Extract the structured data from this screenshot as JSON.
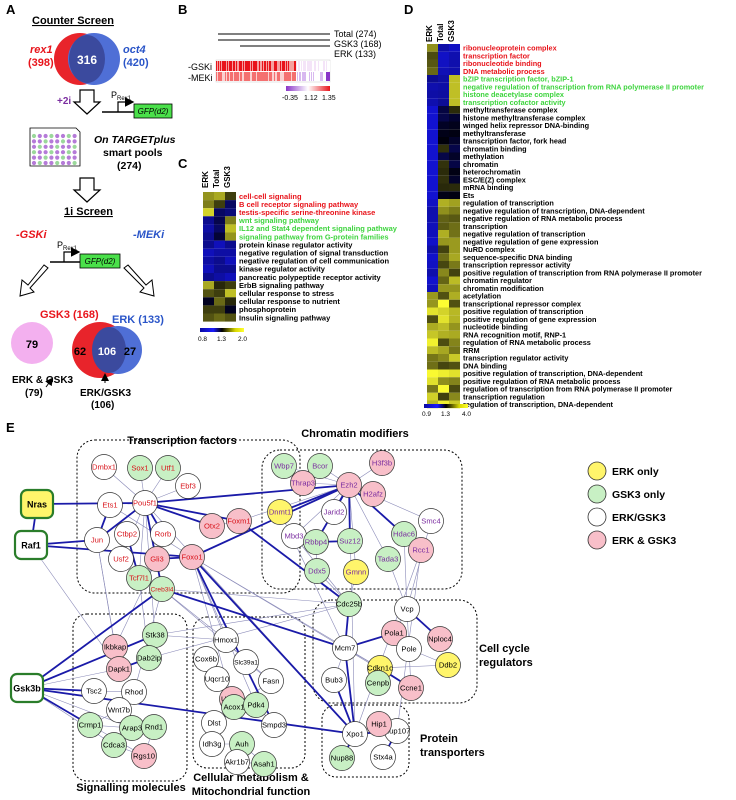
{
  "panels": {
    "A": "A",
    "B": "B",
    "C": "C",
    "D": "D",
    "E": "E"
  },
  "A": {
    "title": "Counter Screen",
    "rex1_name": "rex1",
    "rex1_count": "(398)",
    "oct4_name": "oct4",
    "oct4_count": "(420)",
    "overlap": "316",
    "plus2i": "+2i",
    "prex1": "P",
    "prex1_sub": "Rex1",
    "gfp": "GFP(d2)",
    "lib_line1": "On TARGETplus",
    "lib_line2": "smart pools",
    "lib_count": "(274)",
    "screen_1i": "1i Screen",
    "gski": "-GSKi",
    "meki": "-MEKi",
    "gsk3_label": "GSK3 (168)",
    "erk_label": "ERK (133)",
    "v_left": "62",
    "v_mid": "106",
    "v_right": "27",
    "pink_num": "79",
    "pink_label1": "ERK & GSK3",
    "pink_label2": "(79)",
    "both_label1": "ERK/GSK3",
    "both_label2": "(106)"
  },
  "B": {
    "total": "Total (274)",
    "gsk3": "GSK3 (168)",
    "erk": "ERK (133)",
    "row1": "-GSKi",
    "row2": "-MEKi",
    "scale": [
      "-0.35",
      "1.12",
      "1.35"
    ]
  },
  "C": {
    "cols": [
      "ERK",
      "Total",
      "GSK3"
    ],
    "scale": [
      "0.8",
      "1.3",
      "2.0"
    ],
    "terms": [
      {
        "text": "cell-cell signaling",
        "color": "#e8141b"
      },
      {
        "text": "B cell receptor signaling pathway",
        "color": "#e8141b"
      },
      {
        "text": "testis-specific serine-threonine kinase",
        "color": "#e8141b"
      },
      {
        "text": "wnt signaling pathway",
        "color": "#3ed43e"
      },
      {
        "text": "IL12 and Stat4 dependent signaling pathway",
        "color": "#3ed43e"
      },
      {
        "text": "signaling pathway from G-protein families",
        "color": "#3ed43e"
      },
      {
        "text": "protein kinase regulator activity",
        "color": "#000000"
      },
      {
        "text": "negative regulation of signal transduction",
        "color": "#000000"
      },
      {
        "text": "negative regulation of cell communication",
        "color": "#000000"
      },
      {
        "text": "kinase regulator activity",
        "color": "#000000"
      },
      {
        "text": "pancreatic polypeptide receptor activity",
        "color": "#000000"
      },
      {
        "text": "ErbB signaling pathway",
        "color": "#000000"
      },
      {
        "text": "cellular response to stress",
        "color": "#000000"
      },
      {
        "text": "cellular response to nutrient",
        "color": "#000000"
      },
      {
        "text": "phosphoprotein",
        "color": "#000000"
      },
      {
        "text": "Insulin signaling pathway",
        "color": "#000000"
      }
    ]
  },
  "D": {
    "cols": [
      "ERK",
      "Total",
      "GSK3"
    ],
    "scale": [
      "0.9",
      "1.3",
      "4.0"
    ],
    "terms": [
      {
        "text": "ribonucleoprotein complex",
        "color": "#e8141b"
      },
      {
        "text": "transcription factor",
        "color": "#e8141b"
      },
      {
        "text": "ribonucleotide binding",
        "color": "#e8141b"
      },
      {
        "text": "DNA metabolic process",
        "color": "#e8141b"
      },
      {
        "text": "bZIP transcription factor, bZIP-1",
        "color": "#3ed43e"
      },
      {
        "text": "negative regulation of transcription from RNA polymerase II promoter",
        "color": "#3ed43e"
      },
      {
        "text": "histone deacetylase complex",
        "color": "#3ed43e"
      },
      {
        "text": "transcription cofactor activity",
        "color": "#3ed43e"
      },
      {
        "text": "methyltransferase complex",
        "color": "#000000"
      },
      {
        "text": "histone methyltransferase complex",
        "color": "#000000"
      },
      {
        "text": "winged helix repressor DNA-binding",
        "color": "#000000"
      },
      {
        "text": "methyltransferase",
        "color": "#000000"
      },
      {
        "text": "transcription factor, fork head",
        "color": "#000000"
      },
      {
        "text": "chromatin binding",
        "color": "#000000"
      },
      {
        "text": "methylation",
        "color": "#000000"
      },
      {
        "text": "chromatin",
        "color": "#000000"
      },
      {
        "text": "heterochromatin",
        "color": "#000000"
      },
      {
        "text": "ESC/E(Z) complex",
        "color": "#000000"
      },
      {
        "text": "mRNA binding",
        "color": "#000000"
      },
      {
        "text": "Ets",
        "color": "#000000"
      },
      {
        "text": "regulation of transcription",
        "color": "#000000"
      },
      {
        "text": "negative regulation of transcription, DNA-dependent",
        "color": "#000000"
      },
      {
        "text": "negative regulation of RNA metabolic process",
        "color": "#000000"
      },
      {
        "text": "transcription",
        "color": "#000000"
      },
      {
        "text": "negative regulation of transcription",
        "color": "#000000"
      },
      {
        "text": "negative regulation of gene expression",
        "color": "#000000"
      },
      {
        "text": "NuRD complex",
        "color": "#000000"
      },
      {
        "text": "sequence-specific DNA binding",
        "color": "#000000"
      },
      {
        "text": "transcription repressor activity",
        "color": "#000000"
      },
      {
        "text": "positive regulation of transcription from RNA polymerase II promoter",
        "color": "#000000"
      },
      {
        "text": "chromatin regulator",
        "color": "#000000"
      },
      {
        "text": "chromatin modification",
        "color": "#000000"
      },
      {
        "text": "acetylation",
        "color": "#000000"
      },
      {
        "text": "transcriptional repressor complex",
        "color": "#000000"
      },
      {
        "text": "positive regulation of transcription",
        "color": "#000000"
      },
      {
        "text": "positive regulation of gene expression",
        "color": "#000000"
      },
      {
        "text": "nucleotide binding",
        "color": "#000000"
      },
      {
        "text": "RNA recognition motif, RNP-1",
        "color": "#000000"
      },
      {
        "text": "regulation of RNA metabolic process",
        "color": "#000000"
      },
      {
        "text": "RRM",
        "color": "#000000"
      },
      {
        "text": "transcription regulator activity",
        "color": "#000000"
      },
      {
        "text": "DNA binding",
        "color": "#000000"
      },
      {
        "text": "positive regulation of transcription, DNA-dependent",
        "color": "#000000"
      },
      {
        "text": "positive regulation of RNA metabolic process",
        "color": "#000000"
      },
      {
        "text": "regulation of transcription from RNA polymerase II promoter",
        "color": "#000000"
      },
      {
        "text": "transcription regulation",
        "color": "#000000"
      },
      {
        "text": "regulation of transcription, DNA-dependent",
        "color": "#000000"
      }
    ]
  },
  "E": {
    "groups": {
      "tf": "Transcription factors",
      "chrom": "Chromatin modifiers",
      "cc1": "Cell cycle",
      "cc2": "regulators",
      "pt1": "Protein",
      "pt2": "transporters",
      "sig": "Signalling molecules",
      "met1": "Cellular metabolism &",
      "met2": "Mitochondrial function"
    },
    "legend": [
      {
        "label": "ERK only",
        "fill": "#fff56b"
      },
      {
        "label": "GSK3 only",
        "fill": "#c8f0c4"
      },
      {
        "label": "ERK/GSK3",
        "fill": "#ffffff"
      },
      {
        "label": "ERK & GSK3",
        "fill": "#f8bfc9"
      }
    ],
    "boxes": [
      "Nras",
      "Raf1",
      "Gsk3b"
    ],
    "nodes": [
      {
        "label": "Dmbx1",
        "c": "w",
        "tc": "r"
      },
      {
        "label": "Sox1",
        "c": "g",
        "tc": "r"
      },
      {
        "label": "Utf1",
        "c": "g",
        "tc": "r"
      },
      {
        "label": "Ebf3",
        "c": "w",
        "tc": "r"
      },
      {
        "label": "Ets1",
        "c": "w",
        "tc": "r"
      },
      {
        "label": "Pou5f1",
        "c": "w",
        "tc": "r"
      },
      {
        "label": "Ctbp2",
        "c": "w",
        "tc": "r"
      },
      {
        "label": "Rorb",
        "c": "w",
        "tc": "r"
      },
      {
        "label": "Otx2",
        "c": "p",
        "tc": "r"
      },
      {
        "label": "Foxm1",
        "c": "p",
        "tc": "r"
      },
      {
        "label": "Jun",
        "c": "w",
        "tc": "r"
      },
      {
        "label": "Usf2",
        "c": "w",
        "tc": "r"
      },
      {
        "label": "Gli3",
        "c": "p",
        "tc": "r"
      },
      {
        "label": "Foxo1",
        "c": "p",
        "tc": "r"
      },
      {
        "label": "Tcf7l1",
        "c": "g",
        "tc": "r"
      },
      {
        "label": "Creb3l4",
        "c": "g",
        "tc": "r"
      },
      {
        "label": "Wbp7",
        "c": "g",
        "tc": "v"
      },
      {
        "label": "Bcor",
        "c": "g",
        "tc": "v"
      },
      {
        "label": "H3f3b",
        "c": "p",
        "tc": "v"
      },
      {
        "label": "Thrap3",
        "c": "p",
        "tc": "v"
      },
      {
        "label": "Dnmt1",
        "c": "y",
        "tc": "v"
      },
      {
        "label": "Ezh2",
        "c": "p",
        "tc": "v"
      },
      {
        "label": "H2afz",
        "c": "p",
        "tc": "v"
      },
      {
        "label": "Jarid2",
        "c": "w",
        "tc": "v"
      },
      {
        "label": "Mbd3",
        "c": "w",
        "tc": "v"
      },
      {
        "label": "Smc4",
        "c": "w",
        "tc": "v"
      },
      {
        "label": "Rbbp4",
        "c": "g",
        "tc": "v"
      },
      {
        "label": "Suz12",
        "c": "g",
        "tc": "v"
      },
      {
        "label": "Hdac6",
        "c": "g",
        "tc": "v"
      },
      {
        "label": "Ddx5",
        "c": "g",
        "tc": "v"
      },
      {
        "label": "Gmnn",
        "c": "y",
        "tc": "v"
      },
      {
        "label": "Tada3",
        "c": "g",
        "tc": "v"
      },
      {
        "label": "Rcc1",
        "c": "p",
        "tc": "v"
      },
      {
        "label": "Cdc25b",
        "c": "g",
        "tc": "k"
      },
      {
        "label": "Vcp",
        "c": "w",
        "tc": "k"
      },
      {
        "label": "Nploc4",
        "c": "p",
        "tc": "k"
      },
      {
        "label": "Pola1",
        "c": "p",
        "tc": "k"
      },
      {
        "label": "Mcm7",
        "c": "w",
        "tc": "k"
      },
      {
        "label": "Pole",
        "c": "w",
        "tc": "k"
      },
      {
        "label": "Ddb2",
        "c": "y",
        "tc": "k"
      },
      {
        "label": "Cdkn1c",
        "c": "y",
        "tc": "k"
      },
      {
        "label": "Bub3",
        "c": "w",
        "tc": "k"
      },
      {
        "label": "Ccne1",
        "c": "p",
        "tc": "k"
      },
      {
        "label": "Cenpb",
        "c": "g",
        "tc": "k"
      },
      {
        "label": "Nup107",
        "c": "w",
        "tc": "k"
      },
      {
        "label": "Hip1",
        "c": "p",
        "tc": "k"
      },
      {
        "label": "Xpo1",
        "c": "w",
        "tc": "k"
      },
      {
        "label": "Stx4a",
        "c": "w",
        "tc": "k"
      },
      {
        "label": "Nup88",
        "c": "g",
        "tc": "k"
      },
      {
        "label": "Ikbkap",
        "c": "p",
        "tc": "k"
      },
      {
        "label": "Stk38",
        "c": "g",
        "tc": "k"
      },
      {
        "label": "Dab2ip",
        "c": "g",
        "tc": "k"
      },
      {
        "label": "Dapk1",
        "c": "p",
        "tc": "k"
      },
      {
        "label": "Tsc2",
        "c": "w",
        "tc": "k"
      },
      {
        "label": "Rhod",
        "c": "w",
        "tc": "k"
      },
      {
        "label": "Wnt7b",
        "c": "w",
        "tc": "k"
      },
      {
        "label": "Crmp1",
        "c": "g",
        "tc": "k"
      },
      {
        "label": "Arap3",
        "c": "g",
        "tc": "k"
      },
      {
        "label": "Rnd1",
        "c": "g",
        "tc": "k"
      },
      {
        "label": "Cdca3",
        "c": "g",
        "tc": "k"
      },
      {
        "label": "Rgs10",
        "c": "p",
        "tc": "k"
      },
      {
        "label": "Hmox1",
        "c": "w",
        "tc": "k"
      },
      {
        "label": "Cox6b",
        "c": "w",
        "tc": "k"
      },
      {
        "label": "Slc39a1",
        "c": "w",
        "tc": "k"
      },
      {
        "label": "Fasn",
        "c": "w",
        "tc": "k"
      },
      {
        "label": "Uqcr10",
        "c": "w",
        "tc": "k"
      },
      {
        "label": "Uqcrfs",
        "c": "p",
        "tc": "k"
      },
      {
        "label": "Acox1",
        "c": "g",
        "tc": "k"
      },
      {
        "label": "Pdk4",
        "c": "g",
        "tc": "k"
      },
      {
        "label": "Dlst",
        "c": "w",
        "tc": "k"
      },
      {
        "label": "Smpd3",
        "c": "w",
        "tc": "k"
      },
      {
        "label": "Idh3g",
        "c": "w",
        "tc": "k"
      },
      {
        "label": "Auh",
        "c": "g",
        "tc": "k"
      },
      {
        "label": "Akr1b7",
        "c": "w",
        "tc": "k"
      },
      {
        "label": "Asah1",
        "c": "g",
        "tc": "k"
      }
    ]
  },
  "colors": {
    "red": "#e8141b",
    "blue": "#2a55c8",
    "green": "#3ed43e",
    "navy": "#1a1aa0",
    "node_yellow": "#fff56b",
    "node_green": "#c8f0c4",
    "node_pink": "#f8bfc9",
    "node_white": "#ffffff",
    "box_green": "#2a7d2a",
    "purple": "#7b2ea0"
  }
}
